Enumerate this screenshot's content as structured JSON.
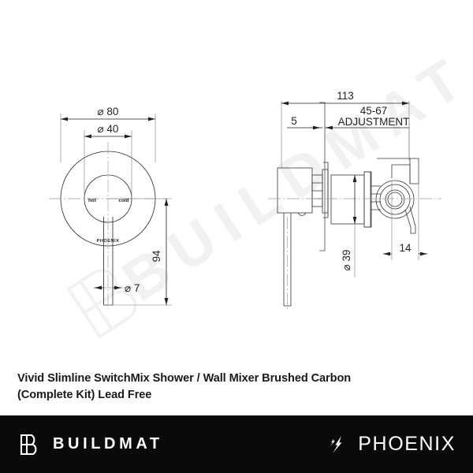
{
  "product": {
    "title": "Vivid Slimline SwitchMix Shower / Wall Mixer Brushed Carbon\n(Complete Kit) Lead Free"
  },
  "watermark": {
    "text": "BUILDMAT",
    "color": "#f2f2f2"
  },
  "footer": {
    "background": "#0a0a0a",
    "left_brand": {
      "name": "BUILDMAT",
      "logo_icon": "buildmat-b-logo-icon"
    },
    "right_brand": {
      "name": "PHOENIX",
      "logo_icon": "phoenix-flame-logo-icon"
    }
  },
  "drawings": {
    "front_view": {
      "name": "front-elevation",
      "labels": {
        "outer_diameter": "⌀ 80",
        "inner_diameter": "⌀ 40",
        "handle_length": "94",
        "handle_diameter": "⌀ 7",
        "hot": "hot",
        "cold": "cold",
        "brand_engraving": "PHOENIX"
      }
    },
    "side_view": {
      "name": "side-section-view",
      "labels": {
        "overall_depth": "113",
        "plate_thickness": "5",
        "adjustment_range": "45-67",
        "adjustment_caption": "ADJUSTMENT",
        "body_diameter": "⌀ 39",
        "outlet_depth": "14"
      }
    }
  },
  "colors": {
    "line": "#231f20",
    "thin_line": "#6d6d6d",
    "text": "#1a1a1a",
    "footer_bg": "#0a0a0a"
  }
}
